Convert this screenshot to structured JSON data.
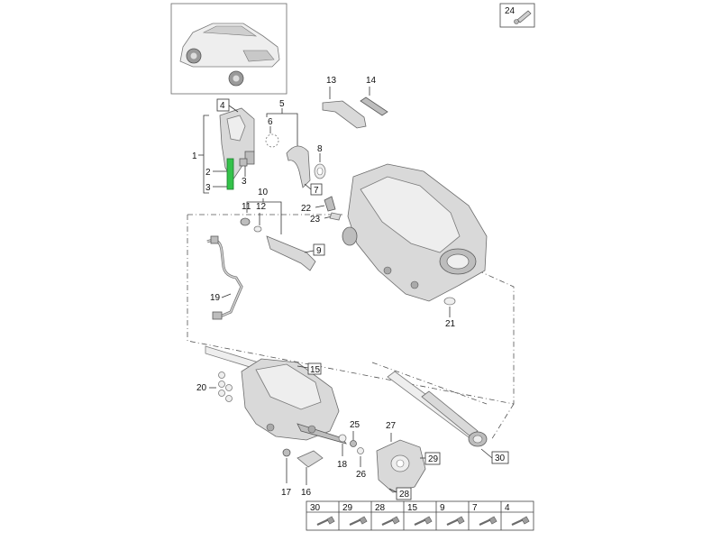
{
  "callouts": {
    "c1": "1",
    "c2": "2",
    "c3a": "3",
    "c3b": "3",
    "c4": "4",
    "c5": "5",
    "c6": "6",
    "c7": "7",
    "c8": "8",
    "c9": "9",
    "c10": "10",
    "c11": "11",
    "c12": "12",
    "c13": "13",
    "c14": "14",
    "c15": "15",
    "c16": "16",
    "c17": "17",
    "c18": "18",
    "c19": "19",
    "c20": "20",
    "c21": "21",
    "c22": "22",
    "c23": "23",
    "c24": "24",
    "c25": "25",
    "c26": "26",
    "c27": "27",
    "c28": "28",
    "c29": "29",
    "c30": "30"
  },
  "fastener_table": {
    "labels": [
      "30",
      "29",
      "28",
      "15",
      "9",
      "7",
      "4"
    ]
  },
  "colors": {
    "highlight": "#34c24a",
    "line": "#333333",
    "part_fill": "#d9d9d9"
  },
  "icons": [
    "vehicle-thumbnail",
    "tool-icon",
    "bolt-icon"
  ]
}
